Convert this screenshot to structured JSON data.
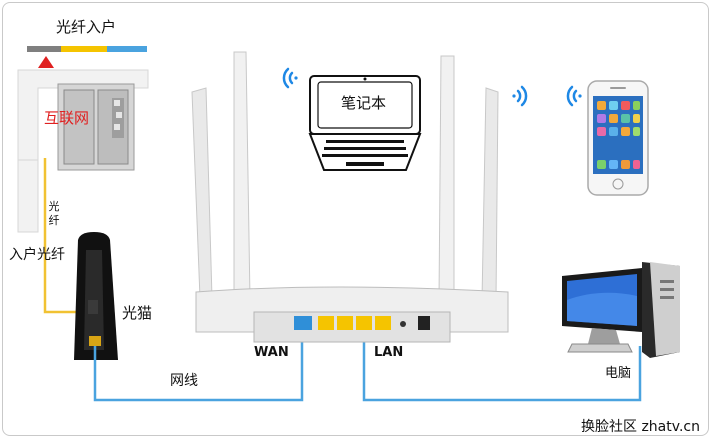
{
  "labels": {
    "fiber_entry": "光纤入户",
    "internet": "互联网",
    "fiber_vertical": "光纤",
    "home_fiber": "入户光纤",
    "modem": "光猫",
    "laptop": "笔记本",
    "wan": "WAN",
    "lan": "LAN",
    "cable": "网线",
    "computer": "电脑",
    "watermark": "换脸社区 zhatv.cn"
  },
  "icons": [
    "wifi-signal-icon",
    "laptop-icon",
    "smartphone-icon",
    "desktop-computer-icon",
    "router-icon",
    "optical-modem-icon",
    "fiber-box-icon",
    "ethernet-cable-icon"
  ],
  "colors": {
    "fiber_line": "#f1c232",
    "network_cable": "#4aa3df",
    "wifi_signal": "#1e88e5",
    "port_yellow": "#f5c400",
    "port_blue": "#2f8fd8",
    "marker_red": "#e02020"
  }
}
